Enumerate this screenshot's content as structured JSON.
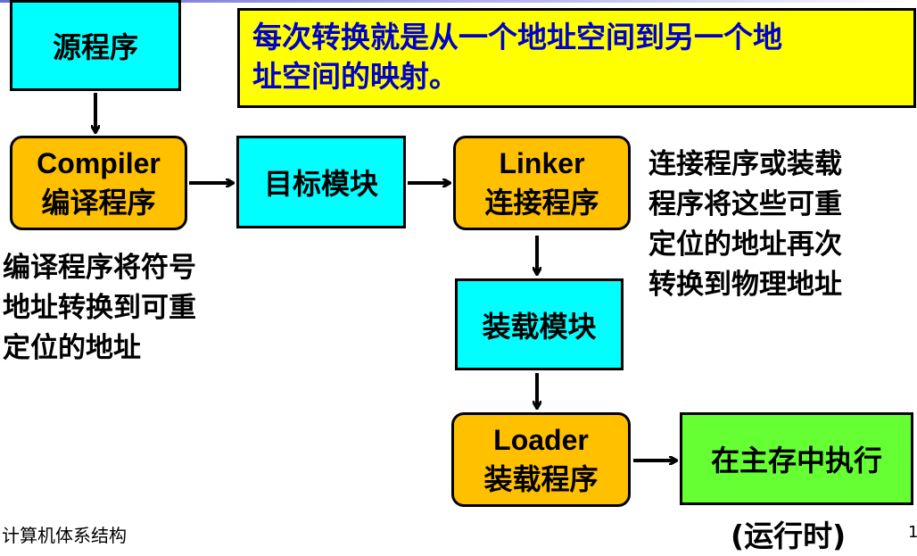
{
  "boxes": {
    "source": "源程序",
    "compiler_en": "Compiler",
    "compiler_zh": "编译程序",
    "object_module": "目标模块",
    "linker_en": "Linker",
    "linker_zh": "连接程序",
    "load_module": "装载模块",
    "loader_en": "Loader",
    "loader_zh": "装载程序",
    "execute": "在主存中执行"
  },
  "callout": {
    "line1": "每次转换就是从一个地址空间到另一个地",
    "line2": "址空间的映射。"
  },
  "notes": {
    "compiler": [
      "编译程序将符号",
      "地址转换到可重",
      "定位的地址"
    ],
    "linker": [
      "连接程序或装载",
      "程序将这些可重",
      "定位的地址再次",
      "转换到物理地址"
    ]
  },
  "footer": {
    "course": "计算机体系结构",
    "runtime": "(运行时)",
    "page": "1"
  },
  "colors": {
    "cyan": "#00ffff",
    "orange": "#ffc000",
    "green": "#66ff33",
    "callout_bg": "#ffff00",
    "callout_text": "#0000cc"
  }
}
